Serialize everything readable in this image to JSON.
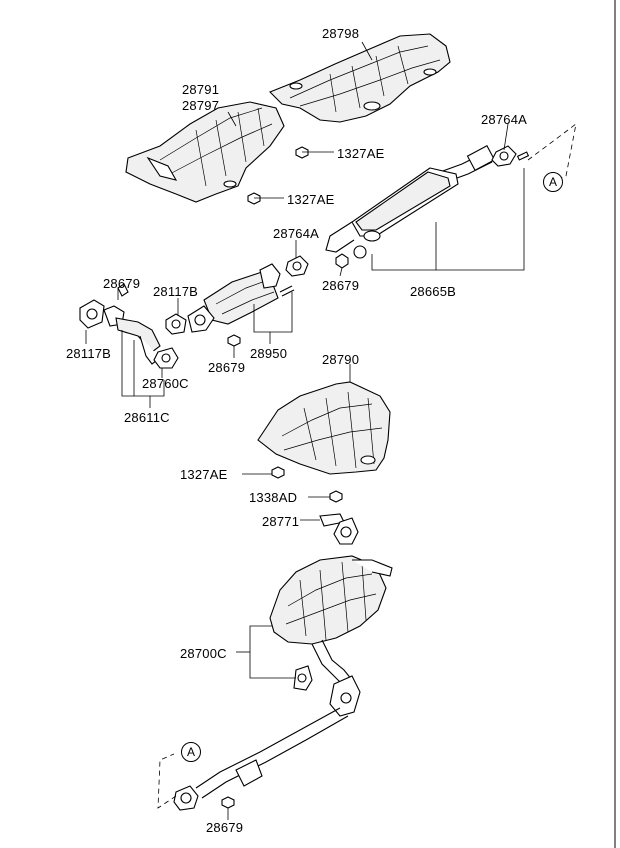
{
  "labels": {
    "l28798": "28798",
    "l28791": "28791",
    "l28797": "28797",
    "l1327AE_a": "1327AE",
    "l1327AE_b": "1327AE",
    "l28764A_a": "28764A",
    "l28764A_b": "28764A",
    "l28679_a": "28679",
    "l28117B_a": "28117B",
    "l28679_b": "28679",
    "l28665B": "28665B",
    "l28117B_b": "28117B",
    "l28760C": "28760C",
    "l28950": "28950",
    "l28679_c": "28679",
    "l28611C": "28611C",
    "l28790": "28790",
    "l1327AE_c": "1327AE",
    "l1338AD": "1338AD",
    "l28771": "28771",
    "l28700C": "28700C",
    "l28679_d": "28679",
    "refA_top": "A",
    "refA_bottom": "A"
  }
}
